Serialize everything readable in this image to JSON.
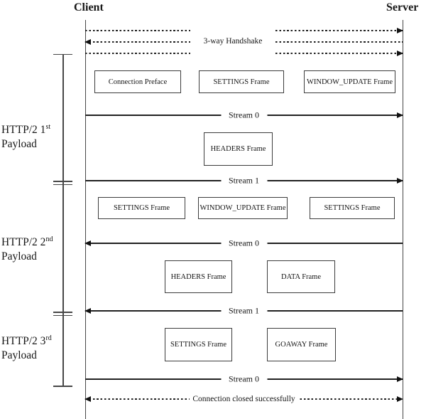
{
  "actors": {
    "client": "Client",
    "server": "Server"
  },
  "handshake": {
    "label": "3-way Handshake"
  },
  "payload1": {
    "name_prefix": "HTTP/2 1",
    "name_sup": "st",
    "name_line2": "Payload",
    "row1": [
      "Connection Preface",
      "SETTINGS Frame",
      "WINDOW_UPDATE Frame"
    ],
    "stream1": "Stream 0",
    "row2": [
      "HEADERS Frame"
    ],
    "stream2": "Stream 1"
  },
  "payload2": {
    "name_prefix": "HTTP/2 2",
    "name_sup": "nd",
    "name_line2": "Payload",
    "row1": [
      "SETTINGS Frame",
      "WINDOW_UPDATE Frame",
      "SETTINGS Frame"
    ],
    "stream1": "Stream 0",
    "row2": [
      "HEADERS Frame",
      "DATA Frame"
    ],
    "stream2": "Stream 1"
  },
  "payload3": {
    "name_prefix": "HTTP/2 3",
    "name_sup": "rd",
    "name_line2": "Payload",
    "row1": [
      "SETTINGS Frame",
      "GOAWAY Frame"
    ],
    "stream1": "Stream 0"
  },
  "closing": {
    "label": "Connection closed successfully"
  }
}
